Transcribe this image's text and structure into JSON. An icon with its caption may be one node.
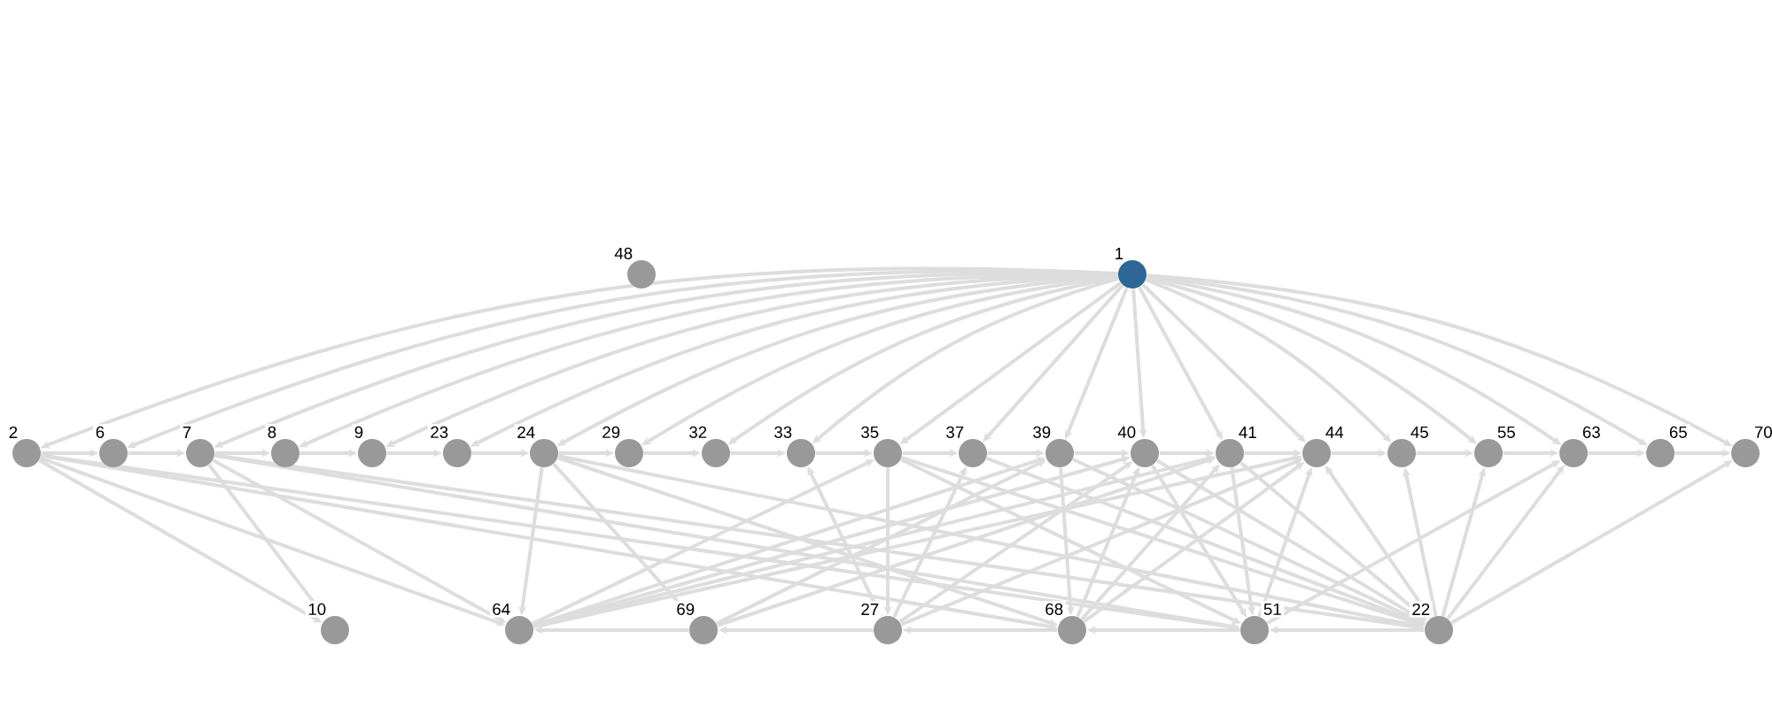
{
  "diagram": {
    "nodes": [
      {
        "text": [
          "48"
        ]
      },
      {
        "text": [
          "1"
        ]
      },
      {
        "text": [
          "2"
        ]
      },
      {
        "text": [
          "6"
        ]
      },
      {
        "text": [
          "7"
        ]
      },
      {
        "text": [
          "8"
        ]
      },
      {
        "text": [
          "9"
        ]
      },
      {
        "text": [
          "23"
        ]
      },
      {
        "text": [
          "24"
        ]
      },
      {
        "text": [
          "29"
        ]
      },
      {
        "text": [
          "32"
        ]
      },
      {
        "text": [
          "33"
        ]
      },
      {
        "text": [
          "35"
        ]
      },
      {
        "text": [
          "37"
        ]
      },
      {
        "text": [
          "39"
        ]
      },
      {
        "text": [
          "40"
        ]
      },
      {
        "text": [
          "41"
        ]
      },
      {
        "text": [
          "44"
        ]
      },
      {
        "text": [
          "45"
        ]
      },
      {
        "text": [
          "55"
        ]
      },
      {
        "text": [
          "63"
        ]
      },
      {
        "text": [
          "65"
        ]
      },
      {
        "text": [
          "70"
        ]
      },
      {
        "text": [
          "10"
        ]
      },
      {
        "text": [
          "64"
        ]
      },
      {
        "text": [
          "69"
        ]
      },
      {
        "text": [
          "27"
        ]
      },
      {
        "text": [
          "68"
        ]
      },
      {
        "text": [
          "51"
        ]
      },
      {
        "text": [
          "22"
        ]
      }
    ],
    "edges": [
      {
        "from": 1,
        "to": 2,
        "arrow": "to"
      },
      {
        "from": 1,
        "to": 3,
        "arrow": "to"
      },
      {
        "from": 1,
        "to": 4,
        "arrow": "to"
      },
      {
        "from": 1,
        "to": 5,
        "arrow": "to"
      },
      {
        "from": 1,
        "to": 6,
        "arrow": "to"
      },
      {
        "from": 1,
        "to": 7,
        "arrow": "to"
      },
      {
        "from": 1,
        "to": 8,
        "arrow": "to"
      },
      {
        "from": 1,
        "to": 9,
        "arrow": "to"
      },
      {
        "from": 1,
        "to": 10,
        "arrow": "to"
      },
      {
        "from": 1,
        "to": 11,
        "arrow": "to"
      },
      {
        "from": 1,
        "to": 12,
        "arrow": "to"
      },
      {
        "from": 1,
        "to": 13,
        "arrow": "to"
      },
      {
        "from": 1,
        "to": 14,
        "arrow": "to"
      },
      {
        "from": 1,
        "to": 15,
        "arrow": "to"
      },
      {
        "from": 1,
        "to": 16,
        "arrow": "to"
      },
      {
        "from": 1,
        "to": 17,
        "arrow": "to"
      },
      {
        "from": 1,
        "to": 18,
        "arrow": "to"
      },
      {
        "from": 1,
        "to": 19,
        "arrow": "to"
      },
      {
        "from": 1,
        "to": 20,
        "arrow": "to"
      },
      {
        "from": 1,
        "to": 21,
        "arrow": "to"
      },
      {
        "from": 1,
        "to": 22,
        "arrow": "to"
      },
      {
        "from": 2,
        "to": 3,
        "arrow": "to"
      },
      {
        "from": 3,
        "to": 4,
        "arrow": "to"
      },
      {
        "from": 4,
        "to": 5,
        "arrow": "to"
      },
      {
        "from": 5,
        "to": 6,
        "arrow": "to"
      },
      {
        "from": 6,
        "to": 7,
        "arrow": "to"
      },
      {
        "from": 7,
        "to": 8,
        "arrow": "to"
      },
      {
        "from": 8,
        "to": 9,
        "arrow": "to"
      },
      {
        "from": 9,
        "to": 10,
        "arrow": "to"
      },
      {
        "from": 10,
        "to": 11,
        "arrow": "to"
      },
      {
        "from": 11,
        "to": 12,
        "arrow": "to"
      },
      {
        "from": 12,
        "to": 13,
        "arrow": "to"
      },
      {
        "from": 13,
        "to": 14,
        "arrow": "to"
      },
      {
        "from": 14,
        "to": 15,
        "arrow": "to"
      },
      {
        "from": 15,
        "to": 16,
        "arrow": "to"
      },
      {
        "from": 16,
        "to": 17,
        "arrow": "to"
      },
      {
        "from": 17,
        "to": 18,
        "arrow": "to"
      },
      {
        "from": 18,
        "to": 19,
        "arrow": "to"
      },
      {
        "from": 19,
        "to": 20,
        "arrow": "to"
      },
      {
        "from": 20,
        "to": 21,
        "arrow": "to"
      },
      {
        "from": 21,
        "to": 22,
        "arrow": "to"
      },
      {
        "from": 29,
        "to": 28,
        "arrow": "to"
      },
      {
        "from": 28,
        "to": 27,
        "arrow": "to"
      },
      {
        "from": 27,
        "to": 26,
        "arrow": "to"
      },
      {
        "from": 26,
        "to": 25,
        "arrow": "to"
      },
      {
        "from": 25,
        "to": 24,
        "arrow": "to"
      },
      {
        "from": 2,
        "to": 23,
        "arrow": "to"
      },
      {
        "from": 4,
        "to": 23,
        "arrow": "to"
      },
      {
        "from": 2,
        "to": 24,
        "arrow": "to"
      },
      {
        "from": 4,
        "to": 24,
        "arrow": "to"
      },
      {
        "from": 8,
        "to": 24,
        "arrow": "to"
      },
      {
        "from": 8,
        "to": 25,
        "arrow": "to"
      },
      {
        "from": 2,
        "to": 27,
        "arrow": "to"
      },
      {
        "from": 2,
        "to": 28,
        "arrow": "to"
      },
      {
        "from": 4,
        "to": 28,
        "arrow": "to"
      },
      {
        "from": 4,
        "to": 29,
        "arrow": "to"
      },
      {
        "from": 8,
        "to": 27,
        "arrow": "to"
      },
      {
        "from": 8,
        "to": 29,
        "arrow": "to"
      },
      {
        "from": 12,
        "to": 26,
        "arrow": "to"
      },
      {
        "from": 26,
        "to": 11,
        "arrow": "to"
      },
      {
        "from": 12,
        "to": 28,
        "arrow": "to"
      },
      {
        "from": 12,
        "to": 29,
        "arrow": "to"
      },
      {
        "from": 29,
        "to": 17,
        "arrow": "to"
      },
      {
        "from": 29,
        "to": 18,
        "arrow": "to"
      },
      {
        "from": 29,
        "to": 19,
        "arrow": "to"
      },
      {
        "from": 29,
        "to": 20,
        "arrow": "to"
      },
      {
        "from": 29,
        "to": 22,
        "arrow": "to"
      },
      {
        "from": 28,
        "to": 17,
        "arrow": "to"
      },
      {
        "from": 28,
        "to": 20,
        "arrow": "to"
      },
      {
        "from": 16,
        "to": 28,
        "arrow": "to"
      },
      {
        "from": 24,
        "to": 12,
        "arrow": "to"
      },
      {
        "from": 24,
        "to": 14,
        "arrow": "to"
      },
      {
        "from": 24,
        "to": 15,
        "arrow": "to"
      },
      {
        "from": 24,
        "to": 16,
        "arrow": "to"
      },
      {
        "from": 24,
        "to": 17,
        "arrow": "to"
      },
      {
        "from": 25,
        "to": 14,
        "arrow": "to"
      },
      {
        "from": 25,
        "to": 16,
        "arrow": "to"
      },
      {
        "from": 26,
        "to": 13,
        "arrow": "to"
      },
      {
        "from": 26,
        "to": 15,
        "arrow": "to"
      },
      {
        "from": 26,
        "to": 17,
        "arrow": "to"
      },
      {
        "from": 14,
        "to": 27,
        "arrow": "to"
      },
      {
        "from": 27,
        "to": 15,
        "arrow": "to"
      },
      {
        "from": 27,
        "to": 16,
        "arrow": "to"
      },
      {
        "from": 27,
        "to": 17,
        "arrow": "to"
      },
      {
        "from": 13,
        "to": 29,
        "arrow": "to"
      },
      {
        "from": 14,
        "to": 29,
        "arrow": "to"
      },
      {
        "from": 15,
        "to": 28,
        "arrow": "to"
      },
      {
        "from": 15,
        "to": 29,
        "arrow": "to"
      },
      {
        "from": 16,
        "to": 29,
        "arrow": "to"
      }
    ]
  }
}
